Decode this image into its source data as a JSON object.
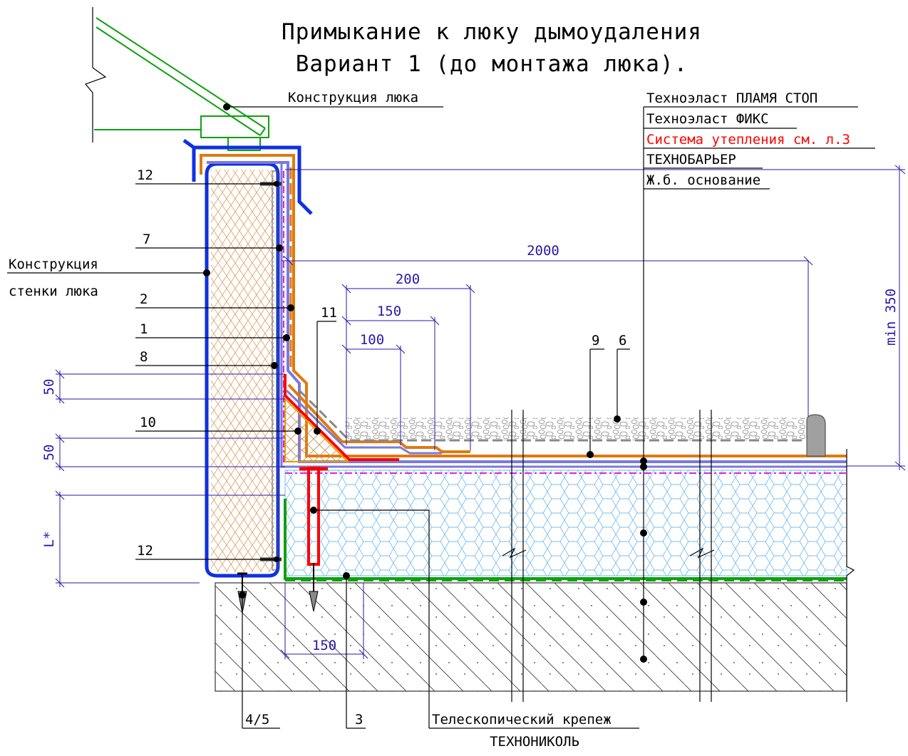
{
  "title": {
    "line1": "Примыкание к люку дымоудаления",
    "line2": "Вариант 1 (до монтажа люка)."
  },
  "labels": {
    "hatch_structure": "Конструкция люка",
    "hatch_wall_line1": "Конструкция",
    "hatch_wall_line2": "стенки люка",
    "telescopic_line1": "Телескопический крепеж",
    "telescopic_line2": "ТЕХНОНИКОЛЬ"
  },
  "layers": [
    {
      "text": "Техноэласт ПЛАМЯ СТОП",
      "color": "#000000"
    },
    {
      "text": "Техноэласт ФИКС",
      "color": "#000000"
    },
    {
      "text": "Система утепления см. л.3",
      "color": "#ff0000"
    },
    {
      "text": "ТЕХНОБАРЬЕР",
      "color": "#000000"
    },
    {
      "text": "Ж.б. основание",
      "color": "#000000"
    }
  ],
  "callouts": {
    "c12_top": "12",
    "c7": "7",
    "c2": "2",
    "c1": "1",
    "c8": "8",
    "c10": "10",
    "c11": "11",
    "c12_bottom": "12",
    "c9": "9",
    "c6": "6",
    "c45": "4/5",
    "c3": "3"
  },
  "dimensions": {
    "d2000": "2000",
    "d200": "200",
    "d150": "150",
    "d100": "100",
    "d50_top": "50",
    "d50_bottom": "50",
    "dL": "L*",
    "dmin350": "min 350",
    "d150_bottom": "150"
  },
  "colors": {
    "dimension": "#2a17a8",
    "wall_blue": "#1030e0",
    "insulation_hatch": "#d8a060",
    "orange_membrane": "#e07a10",
    "blue_membrane": "#7a7adc",
    "red_membrane": "#ff0000",
    "green_barrier": "#10a010",
    "xps": "#4aa8f0",
    "magenta": "#e020e0",
    "gravel": "#888888",
    "concrete_hatch": "#333333"
  }
}
